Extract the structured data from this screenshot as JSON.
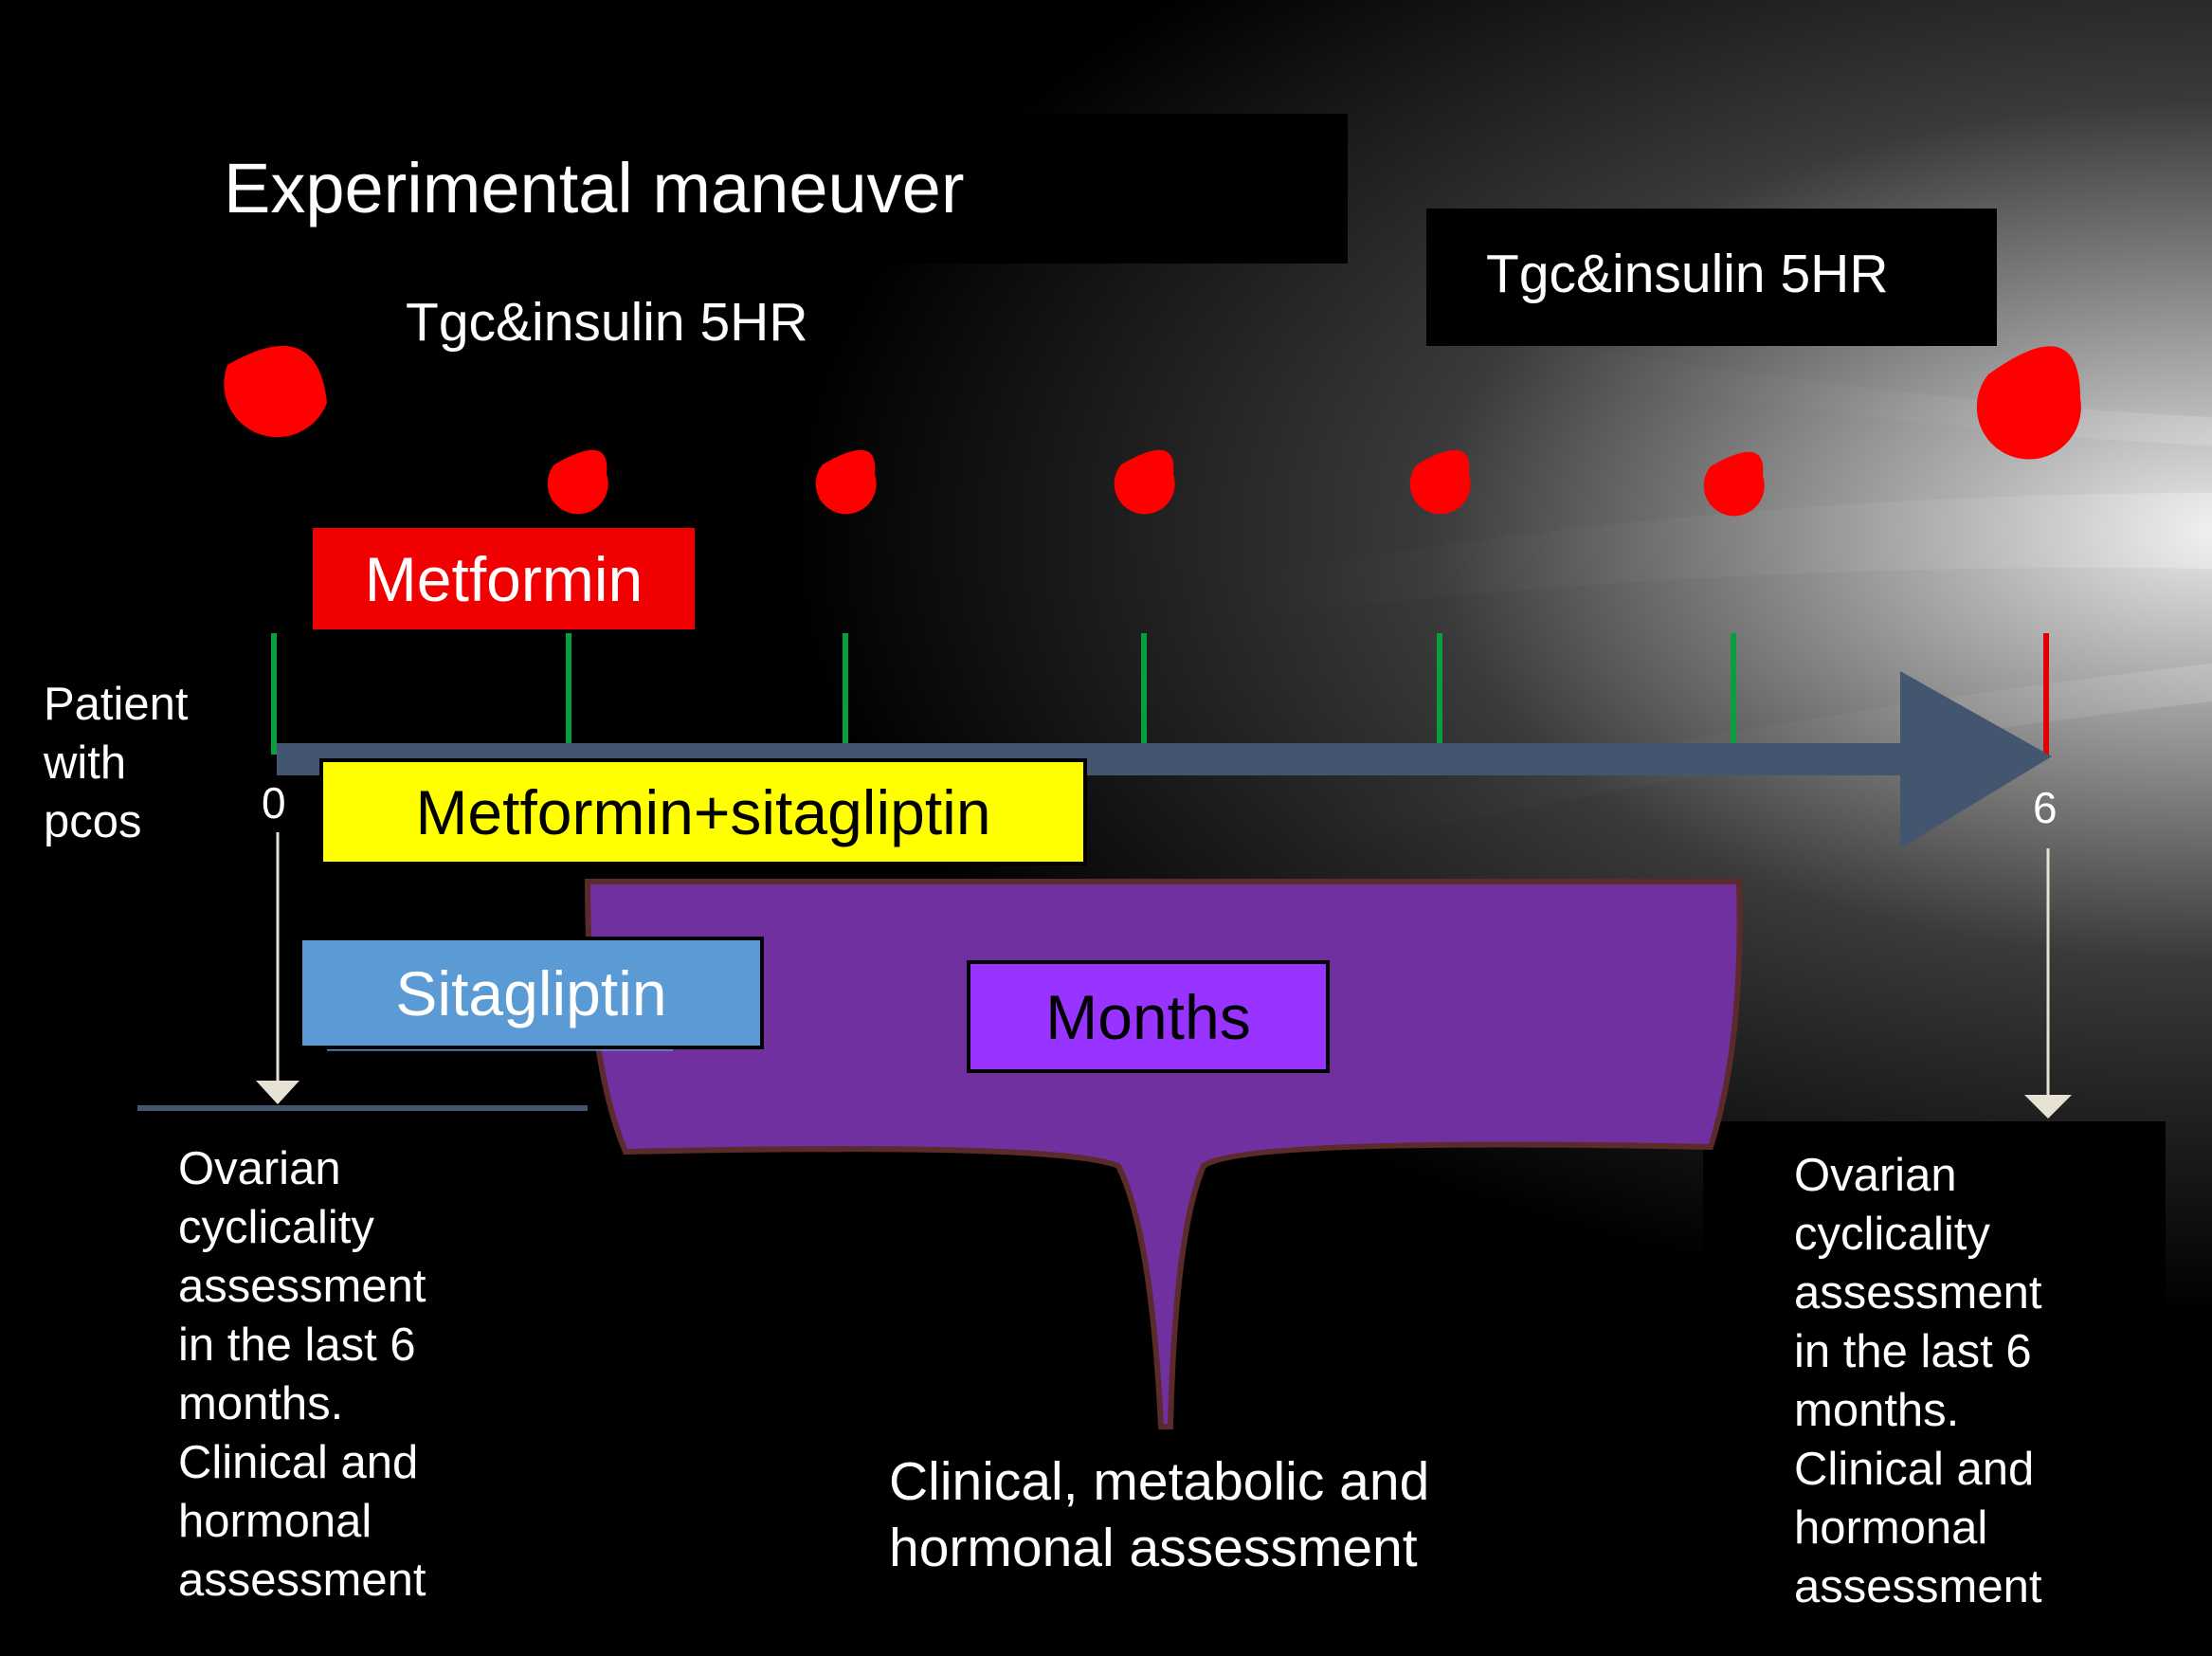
{
  "title": "Experimental maneuver",
  "sampling_label_left": "Tgc&insulin 5HR",
  "sampling_label_right": "Tgc&insulin 5HR",
  "patient_label": [
    "Patient",
    "with",
    "pcos"
  ],
  "timeline": {
    "start_tick": "0",
    "end_tick": "6",
    "unit_label": "Months",
    "arrow_color": "#44556f",
    "interim_tick_color": "#0a9e3c",
    "final_tick_color": "#e00000"
  },
  "treatments": [
    {
      "label": "Metformin",
      "color": "#f00000"
    },
    {
      "label": "Metformin+sitagliptin",
      "color": "#ffff00"
    },
    {
      "label": "Sitagliptin",
      "color": "#5b9bd5"
    }
  ],
  "assessment_left": [
    "Ovarian",
    "cyclicality",
    "assessment",
    "in the last 6",
    "months.",
    "Clinical and",
    "hormonal",
    "assessment"
  ],
  "assessment_right": [
    "Ovarian",
    "cyclicality",
    "assessment",
    "in the last 6",
    "months.",
    "Clinical and",
    "hormonal",
    "assessment"
  ],
  "assessment_center": [
    "Clinical, metabolic and",
    "hormonal assessment"
  ],
  "colors": {
    "funnel": "#7030a0",
    "months_box": "#9933ff",
    "blood_drop": "#ff0000",
    "down_arrow": "#e8e2d6"
  }
}
